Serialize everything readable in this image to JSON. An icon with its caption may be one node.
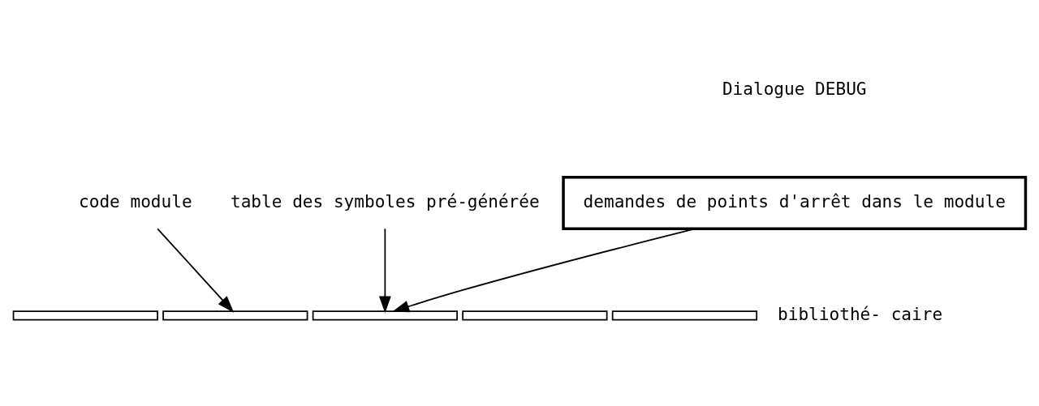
{
  "diagram": {
    "nodes": [
      {
        "text": [
          "demandes de points d'arrêt dans le module"
        ]
      },
      {
        "text": [
          "code module"
        ]
      },
      {
        "text": [
          "table des symboles pré-générée"
        ]
      },
      {
        "text": [],
        "shape": "bar"
      },
      {
        "text": [],
        "shape": "bar"
      },
      {
        "text": [],
        "shape": "bar"
      },
      {
        "text": [],
        "shape": "bar"
      },
      {
        "text": [],
        "shape": "bar",
        "beside": [
          "bibliothé- caire"
        ]
      }
    ],
    "edges": [
      {
        "from": 0,
        "to": 5,
        "arrow": "to"
      },
      {
        "from": 1,
        "to": 4,
        "arrow": "to"
      },
      {
        "from": 2,
        "to": 5,
        "arrow": "to"
      }
    ],
    "labels": [
      "Dialogue DEBUG"
    ]
  }
}
